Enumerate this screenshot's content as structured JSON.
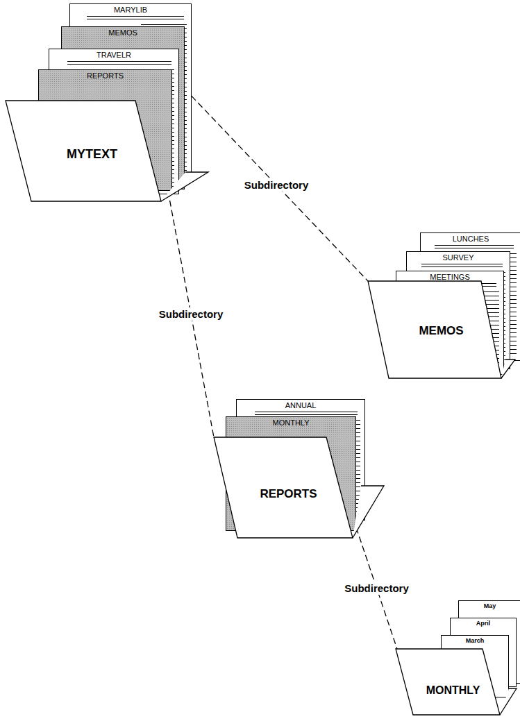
{
  "diagram": {
    "nodes": [
      {
        "text": [
          "MYTEXT"
        ]
      },
      {
        "text": [
          "MARYLIB"
        ],
        "in": 0
      },
      {
        "text": [
          "MEMOS"
        ],
        "in": 0
      },
      {
        "text": [
          "TRAVELR"
        ],
        "in": 0
      },
      {
        "text": [
          "REPORTS"
        ],
        "in": 0
      },
      {
        "text": [
          "MEMOS"
        ]
      },
      {
        "text": [
          "LUNCHES"
        ],
        "in": 5
      },
      {
        "text": [
          "SURVEY"
        ],
        "in": 5
      },
      {
        "text": [
          "MEETINGS"
        ],
        "in": 5
      },
      {
        "text": [
          "REPORTS"
        ]
      },
      {
        "text": [
          "ANNUAL"
        ],
        "in": 9
      },
      {
        "text": [
          "MONTHLY"
        ],
        "in": 9
      },
      {
        "text": [
          "MONTHLY"
        ]
      },
      {
        "text": [
          "May"
        ],
        "in": 12
      },
      {
        "text": [
          "April"
        ],
        "in": 12
      },
      {
        "text": [
          "March"
        ],
        "in": 12
      }
    ],
    "edges": [
      {
        "from": 2,
        "to": 5,
        "label": "Subdirectory",
        "arrow": "none"
      },
      {
        "from": 4,
        "to": 9,
        "label": "Subdirectory",
        "arrow": "none"
      },
      {
        "from": 11,
        "to": 12,
        "label": "Subdirectory",
        "arrow": "none"
      }
    ]
  }
}
